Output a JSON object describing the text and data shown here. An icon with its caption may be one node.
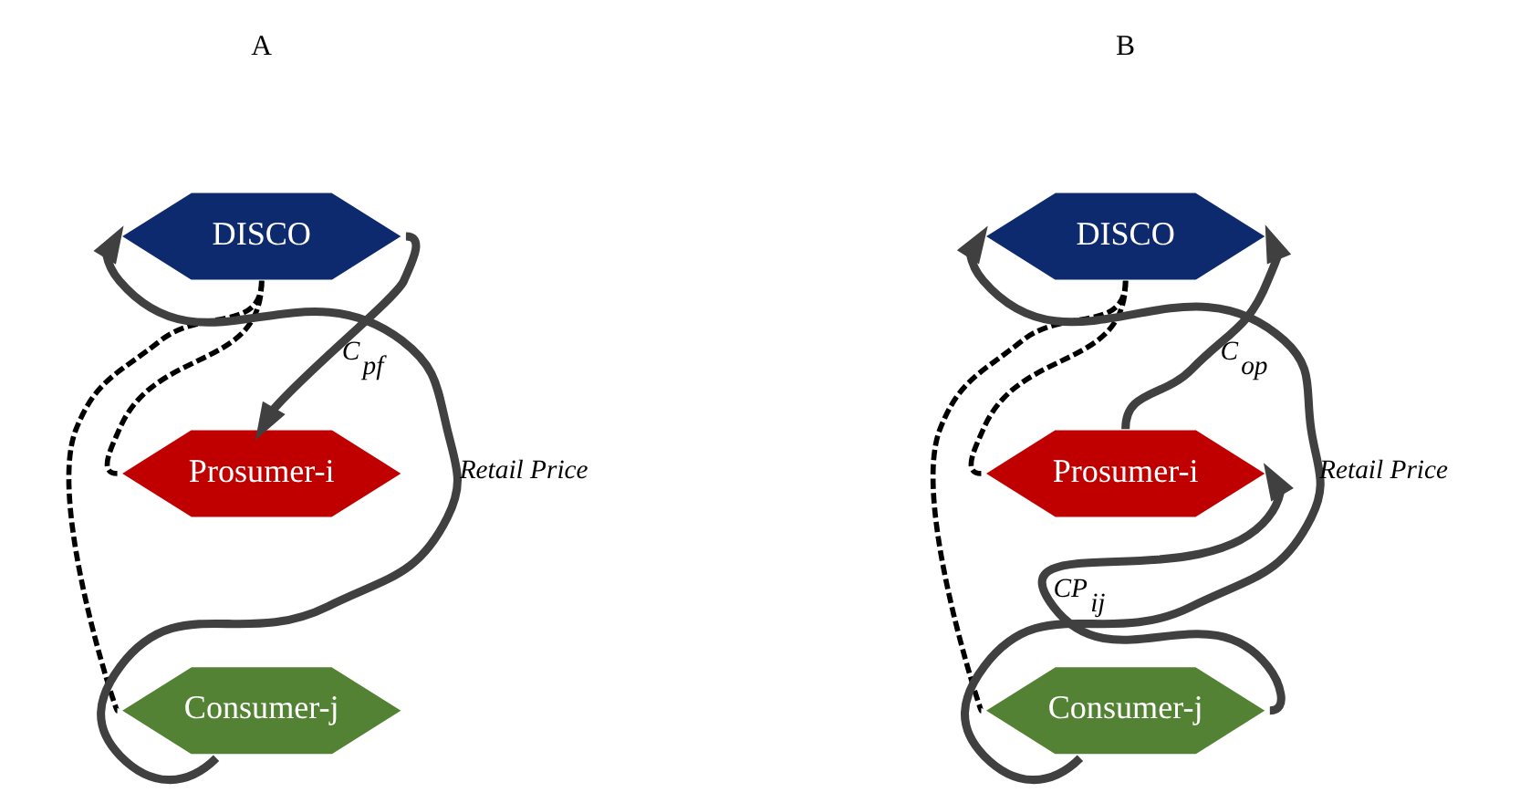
{
  "diagram": {
    "nodes": [
      {
        "text": [
          "DISCO"
        ]
      },
      {
        "text": [
          "Prosumer-i"
        ]
      },
      {
        "text": [
          "Consumer-j"
        ]
      },
      {
        "text": [
          "DISCO"
        ]
      },
      {
        "text": [
          "Prosumer-i"
        ]
      },
      {
        "text": [
          "Consumer-j"
        ]
      }
    ],
    "edges": [
      {
        "from": 0,
        "to": 1,
        "arrow": "to",
        "label": "C$_{pf}$"
      },
      {
        "from": 2,
        "to": 0,
        "arrow": "to",
        "label": "Retail Price"
      },
      {
        "from": 0,
        "to": 1,
        "arrow": "none",
        "style": "dashed",
        "color": "#000000"
      },
      {
        "from": 0,
        "to": 2,
        "arrow": "none",
        "style": "dashed",
        "color": "#000000"
      },
      {
        "from": 4,
        "to": 3,
        "arrow": "to",
        "label": "C$_{op}$"
      },
      {
        "from": 5,
        "to": 4,
        "arrow": "to",
        "label": "CP$_{ij}$"
      },
      {
        "from": 5,
        "to": 3,
        "arrow": "to",
        "label": "Retail Price"
      },
      {
        "from": 3,
        "to": 4,
        "arrow": "none",
        "style": "dashed",
        "color": "#000000"
      },
      {
        "from": 3,
        "to": 5,
        "arrow": "none",
        "style": "dashed",
        "color": "#000000"
      }
    ],
    "labels": [
      "A",
      "B"
    ]
  }
}
